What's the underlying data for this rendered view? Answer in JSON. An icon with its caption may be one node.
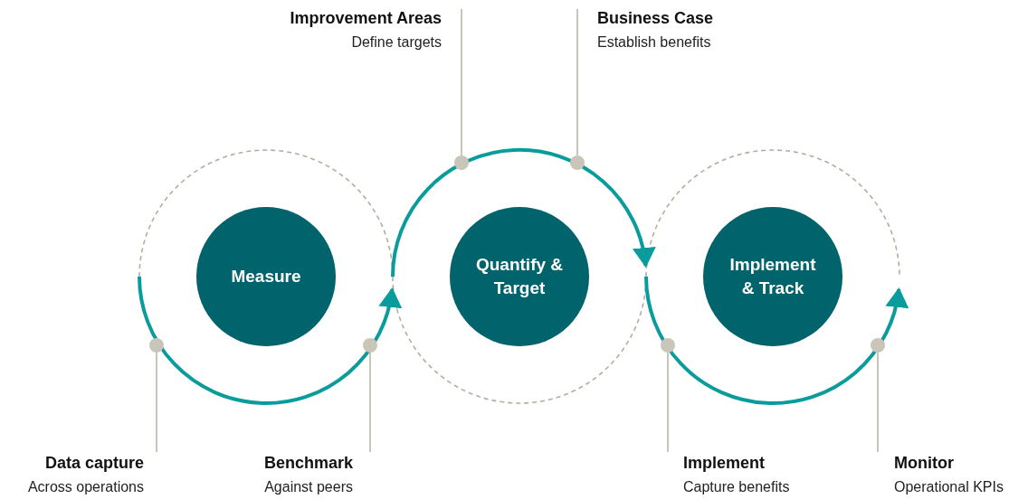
{
  "diagram": {
    "nodes": [
      {
        "text": [
          "Measure"
        ]
      },
      {
        "text": [
          "Quantify & Target"
        ]
      },
      {
        "text": [
          "Implement & Track"
        ]
      },
      {
        "text": [
          "Improvement Areas",
          "Define targets"
        ]
      },
      {
        "text": [
          "Business Case",
          "Establish benefits"
        ]
      },
      {
        "text": [
          "Data capture",
          "Across operations"
        ]
      },
      {
        "text": [
          "Benchmark",
          "Against peers"
        ]
      },
      {
        "text": [
          "Implement",
          "Capture benefits"
        ]
      },
      {
        "text": [
          "Monitor",
          "Operational KPIs"
        ]
      },
      {
        "text": [],
        "shape": "circle"
      },
      {
        "text": [],
        "shape": "circle"
      },
      {
        "text": [],
        "shape": "circle"
      },
      {
        "text": [],
        "shape": "circle"
      },
      {
        "text": [],
        "shape": "circle"
      },
      {
        "text": [],
        "shape": "circle"
      }
    ],
    "edges": [
      {
        "from": 3,
        "to": 9,
        "arrow": "none"
      },
      {
        "from": 4,
        "to": 10,
        "arrow": "none"
      },
      {
        "from": 5,
        "to": 11,
        "arrow": "none"
      },
      {
        "from": 6,
        "to": 12,
        "arrow": "none"
      },
      {
        "from": 7,
        "to": 13,
        "arrow": "none"
      },
      {
        "from": 8,
        "to": 14,
        "arrow": "none"
      }
    ]
  }
}
